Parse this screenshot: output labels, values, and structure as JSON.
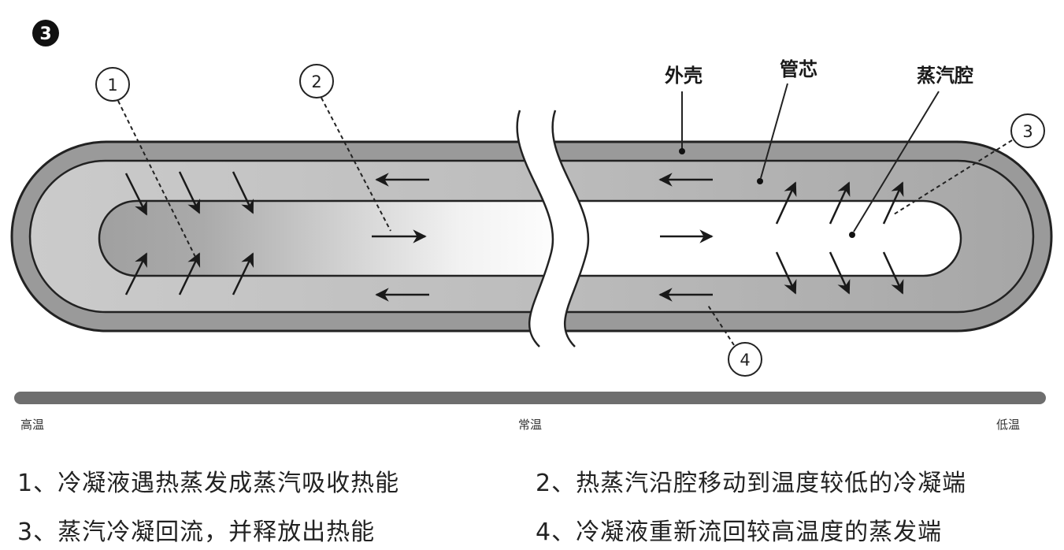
{
  "step_badge": "3",
  "component_labels": {
    "shell": "外壳",
    "wick": "管芯",
    "vapor_chamber": "蒸汽腔"
  },
  "callouts": [
    "1",
    "2",
    "3",
    "4"
  ],
  "temperature_scale": {
    "left": "高温",
    "middle": "常温",
    "right": "低温"
  },
  "captions": [
    "1、冷凝液遇热蒸发成蒸汽吸收热能",
    "2、热蒸汽沿腔移动到温度较低的冷凝端",
    "3、蒸汽冷凝回流，并释放出热能",
    "4、冷凝液重新流回较高温度的蒸发端"
  ],
  "colors": {
    "shell": "#9a9a9a",
    "wick_hot": "#c9c9c9",
    "wick_cold": "#a8a8a8",
    "vapor_hot": "#a3a3a3",
    "vapor_cold": "#ffffff",
    "outline": "#222222",
    "temperature_bar": "#6e6e6e"
  }
}
